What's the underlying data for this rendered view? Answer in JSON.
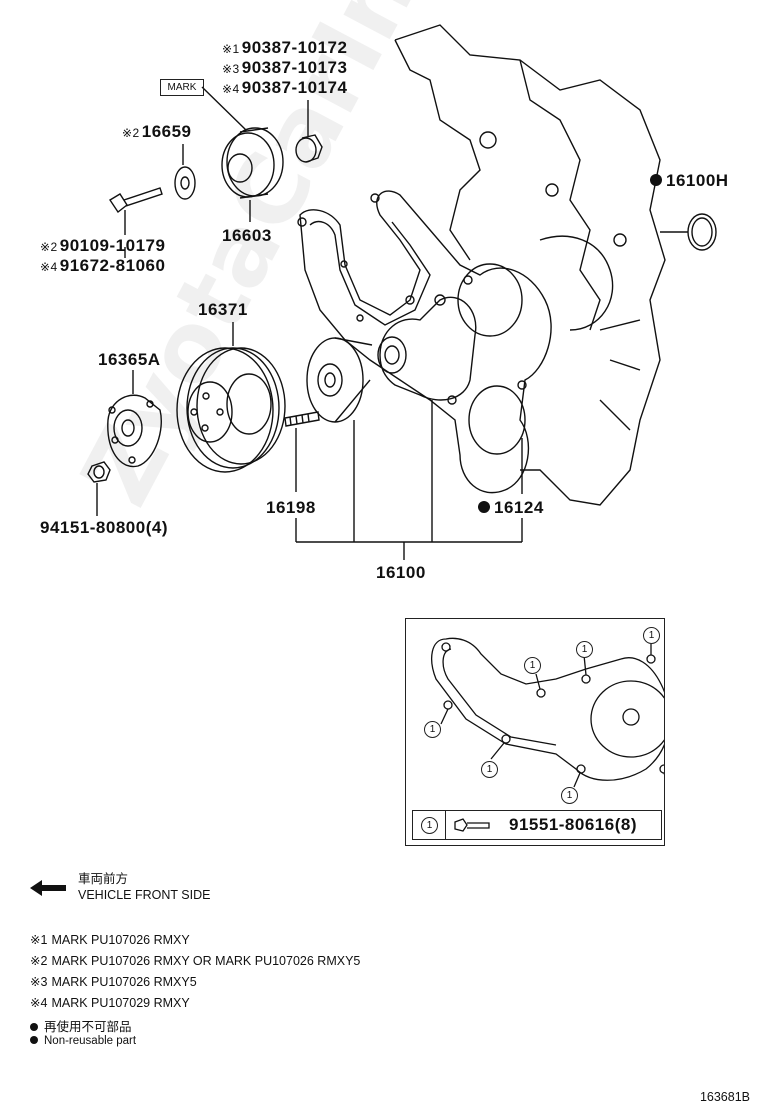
{
  "parts": {
    "p_90387_1": {
      "mark": "※1",
      "number": "90387-10172"
    },
    "p_90387_3": {
      "mark": "※3",
      "number": "90387-10173"
    },
    "p_90387_4": {
      "mark": "※4",
      "number": "90387-10174"
    },
    "mark_box": "MARK",
    "p_16659": {
      "mark": "※2",
      "number": "16659"
    },
    "p_16603": {
      "number": "16603"
    },
    "p_90109": {
      "mark": "※2",
      "number": "90109-10179"
    },
    "p_91672": {
      "mark": "※4",
      "number": "91672-81060"
    },
    "p_16100h": {
      "number": "16100H"
    },
    "p_16371": {
      "number": "16371"
    },
    "p_16365a": {
      "number": "16365A"
    },
    "p_94151": {
      "number": "94151-80800(4)"
    },
    "p_16198": {
      "number": "16198"
    },
    "p_16124": {
      "number": "16124"
    },
    "p_16100": {
      "number": "16100"
    }
  },
  "inset": {
    "callout": "1",
    "bolt_ref": "1",
    "bolt_number": "91551-80616(8)"
  },
  "front_side": {
    "jp": "車両前方",
    "en": "VEHICLE FRONT SIDE"
  },
  "notes": [
    {
      "mark": "※1",
      "text": "MARK PU107026 RMXY"
    },
    {
      "mark": "※2",
      "text": "MARK PU107026 RMXY OR MARK PU107026 RMXY5"
    },
    {
      "mark": "※3",
      "text": "MARK PU107026 RMXY5"
    },
    {
      "mark": "※4",
      "text": "MARK PU107029 RMXY"
    }
  ],
  "nonreusable": {
    "jp": "再使用不可部品",
    "en": "Non-reusable part"
  },
  "ref_code": "163681B",
  "watermark": "ZyotaCarInfo.ru"
}
